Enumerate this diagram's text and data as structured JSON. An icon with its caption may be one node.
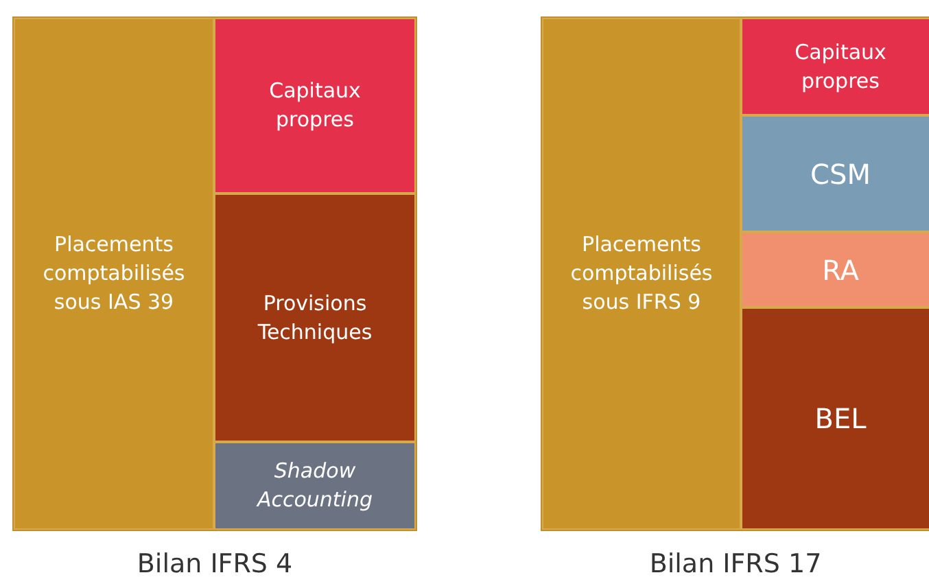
{
  "diagram": {
    "nodes": [
      {
        "text": [
          "Bilan IFRS 4"
        ]
      },
      {
        "text": [
          "Placements comptabilisés sous IAS 39"
        ],
        "in": 0
      },
      {
        "text": [
          "Capitaux propres"
        ],
        "in": 0
      },
      {
        "text": [
          "Provisions Techniques"
        ],
        "in": 0
      },
      {
        "text": [
          "Shadow Accounting"
        ],
        "in": 0
      },
      {
        "text": [
          "Bilan IFRS 17"
        ]
      },
      {
        "text": [
          "Placements comptabilisés sous IFRS 9"
        ],
        "in": 5
      },
      {
        "text": [
          "Capitaux propres"
        ],
        "in": 5
      },
      {
        "text": [
          "CSM"
        ],
        "in": 5
      },
      {
        "text": [
          "RA"
        ],
        "in": 5
      },
      {
        "text": [
          "BEL"
        ],
        "in": 5
      }
    ]
  }
}
